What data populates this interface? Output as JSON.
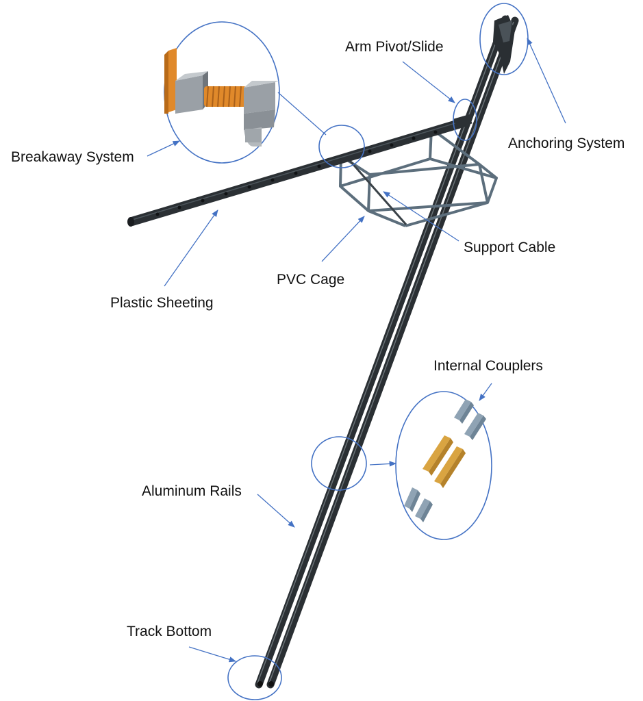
{
  "labels": {
    "arm_pivot": "Arm Pivot/Slide",
    "anchoring": "Anchoring System",
    "breakaway": "Breakaway System",
    "support_cable": "Support Cable",
    "pvc_cage": "PVC Cage",
    "plastic_sheeting": "Plastic Sheeting",
    "internal_couplers": "Internal Couplers",
    "aluminum_rails": "Aluminum Rails",
    "track_bottom": "Track Bottom"
  },
  "colors": {
    "callout": "#4472c4",
    "rail": "#2a2f33",
    "rail_highlight": "#6b7378",
    "cage": "#5c6e7c",
    "spring": "#e0892a",
    "coupler_gold": "#d9a441",
    "coupler_grey": "#8fa3b4"
  }
}
